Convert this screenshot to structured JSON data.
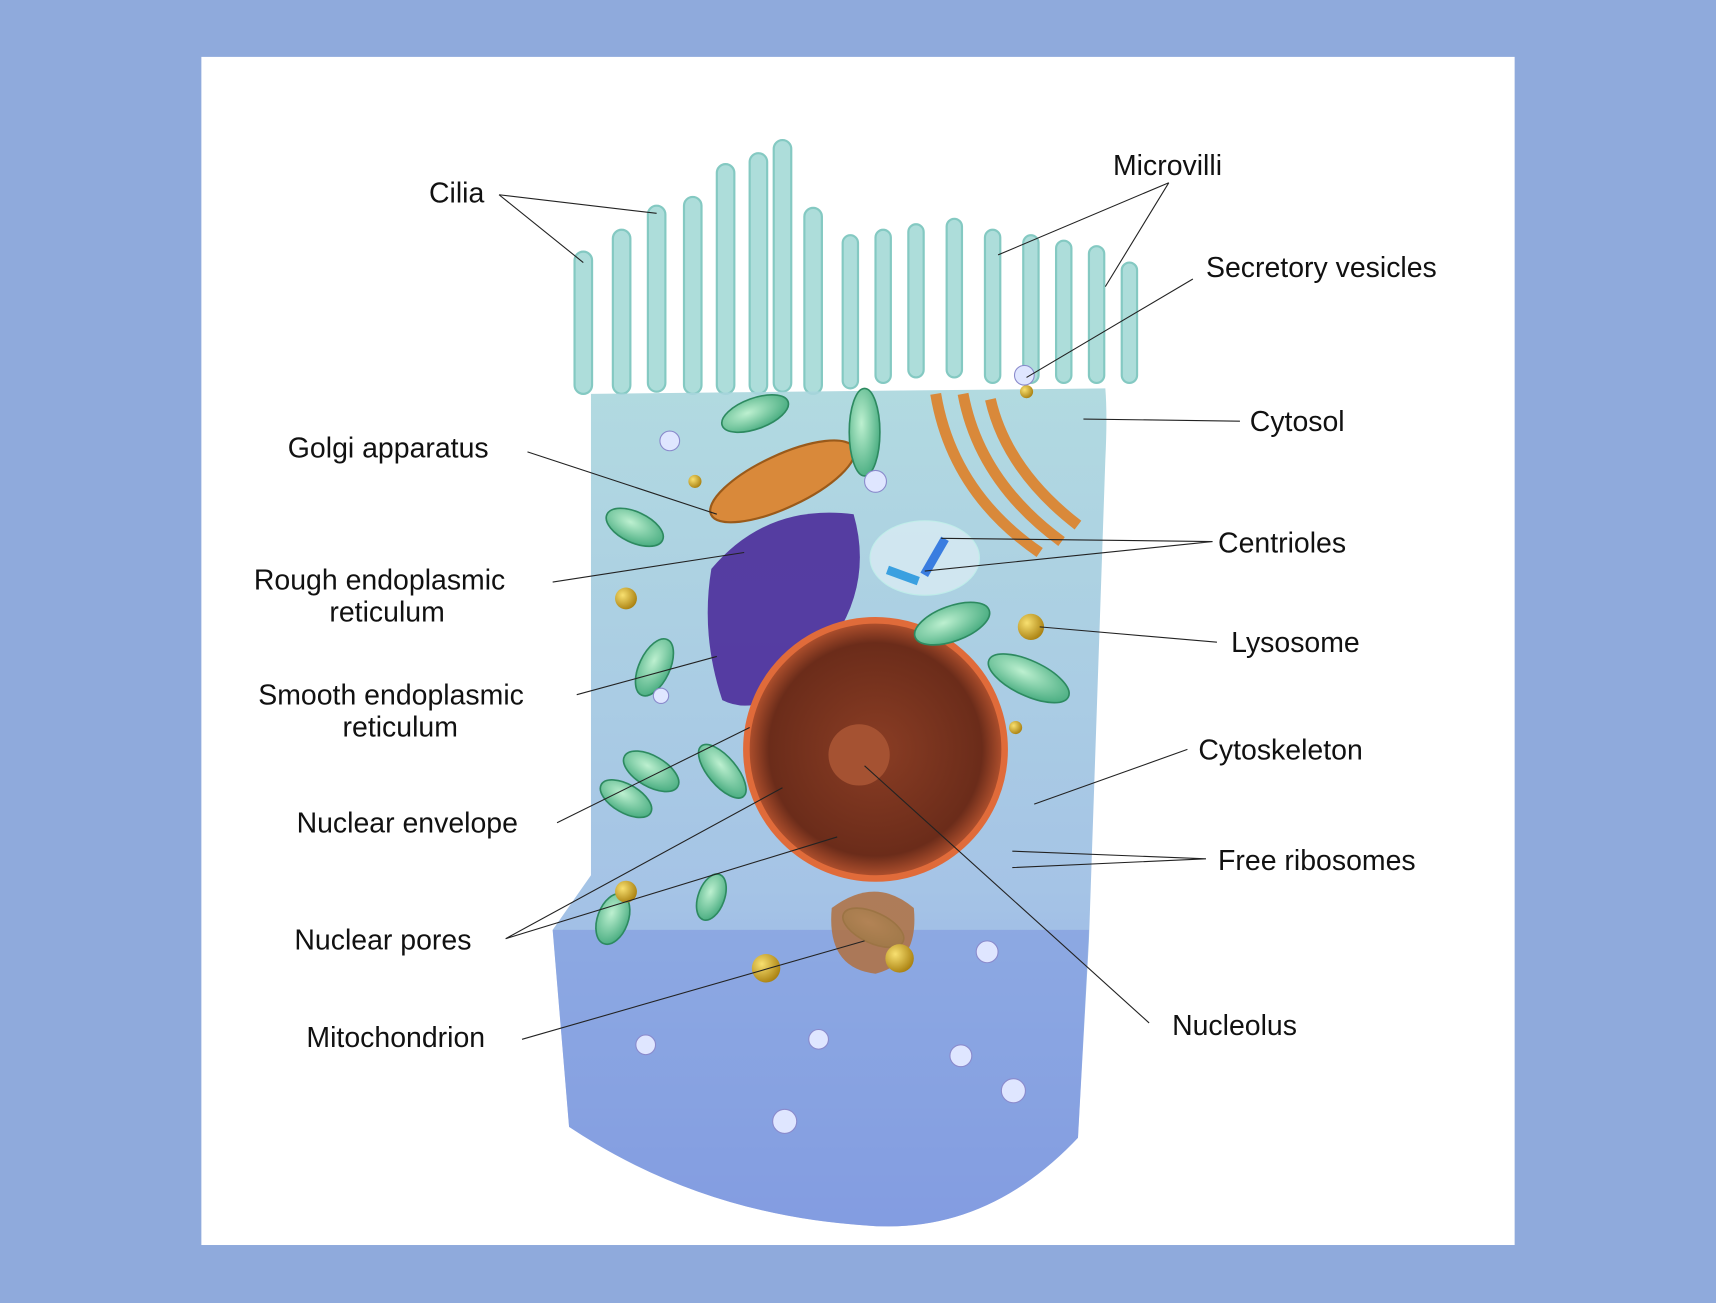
{
  "title": "Animal cell diagram",
  "colors": {
    "background": "#8faadc",
    "panel": "#ffffff",
    "cell": "#8fb8e0",
    "nucleus": "#d4612e",
    "golgi": "#d9893a",
    "rough_er": "#4b2c9a",
    "mitochondrion": "#6fd0a0",
    "lysosome": "#d4b030"
  },
  "labels": {
    "cilia": "Cilia",
    "microvilli": "Microvilli",
    "secretory_vesicles": "Secretory vesicles",
    "cytosol": "Cytosol",
    "golgi": "Golgi apparatus",
    "rough_er_1": "Rough endoplasmic",
    "rough_er_2": "reticulum",
    "smooth_er_1": "Smooth endoplasmic",
    "smooth_er_2": "reticulum",
    "nuclear_envelope": "Nuclear envelope",
    "nuclear_pores": "Nuclear pores",
    "mitochondrion": "Mitochondrion",
    "centrioles": "Centrioles",
    "lysosome": "Lysosome",
    "cytoskeleton": "Cytoskeleton",
    "free_ribosomes": "Free ribosomes",
    "nucleolus": "Nucleolus"
  }
}
